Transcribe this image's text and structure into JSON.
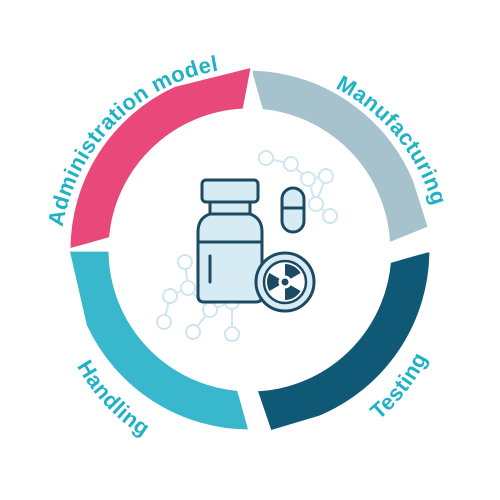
{
  "stages": [
    {
      "label": "Manufacturing",
      "color": "#a6c3cd"
    },
    {
      "label": "Testing",
      "color": "#0f5876"
    },
    {
      "label": "Handling",
      "color": "#39b7cd"
    },
    {
      "label": "Administration model",
      "color": "#e8487a"
    }
  ],
  "label_color": "#1fb2c6",
  "center_icon": {
    "name": "radiopharmaceutical-vial-pill-icon",
    "stroke_color": "#1d4a63",
    "fill_color": "#d6ebf4",
    "molecule_color": "#cfe6ef"
  }
}
